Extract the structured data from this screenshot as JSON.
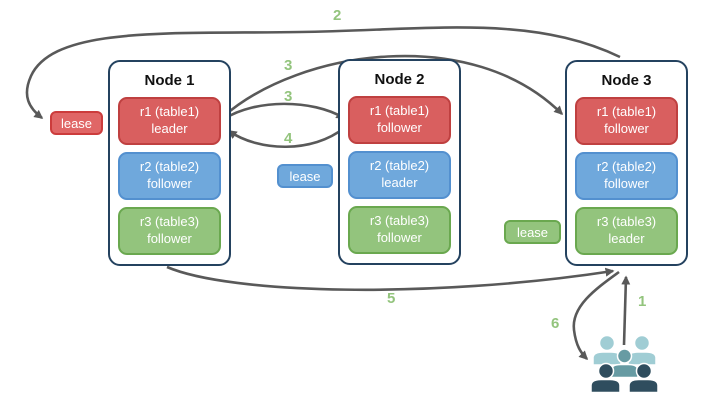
{
  "nodes": [
    {
      "title": "Node 1",
      "replicas": [
        {
          "name": "r1 (table1)",
          "role": "leader",
          "color": "red"
        },
        {
          "name": "r2 (table2)",
          "role": "follower",
          "color": "blue"
        },
        {
          "name": "r3 (table3)",
          "role": "follower",
          "color": "green"
        }
      ]
    },
    {
      "title": "Node 2",
      "replicas": [
        {
          "name": "r1 (table1)",
          "role": "follower",
          "color": "red"
        },
        {
          "name": "r2 (table2)",
          "role": "leader",
          "color": "blue"
        },
        {
          "name": "r3 (table3)",
          "role": "follower",
          "color": "green"
        }
      ]
    },
    {
      "title": "Node 3",
      "replicas": [
        {
          "name": "r1 (table1)",
          "role": "follower",
          "color": "red"
        },
        {
          "name": "r2 (table2)",
          "role": "follower",
          "color": "blue"
        },
        {
          "name": "r3 (table3)",
          "role": "leader",
          "color": "green"
        }
      ]
    }
  ],
  "leases": [
    {
      "label": "lease",
      "color": "red"
    },
    {
      "label": "lease",
      "color": "blue"
    },
    {
      "label": "lease",
      "color": "green"
    }
  ],
  "steps": [
    "1",
    "2",
    "3",
    "3",
    "4",
    "5",
    "6"
  ],
  "icons": {
    "user_group": "user-group-icon"
  },
  "colors": {
    "red_fill": "#d95f5f",
    "red_border": "#bf4040",
    "lease_red_fill": "#e06666",
    "blue_fill": "#6fa8dc",
    "blue_border": "#5390cf",
    "green_fill": "#93c47d",
    "green_border": "#6aa84f",
    "node_border": "#24425f",
    "arrow_gray": "#595959",
    "step_label_green": "#93c47d",
    "user_light_teal": "#a0cdd4",
    "user_medium_teal": "#679ba3",
    "user_dark_teal": "#2f4d5e"
  }
}
